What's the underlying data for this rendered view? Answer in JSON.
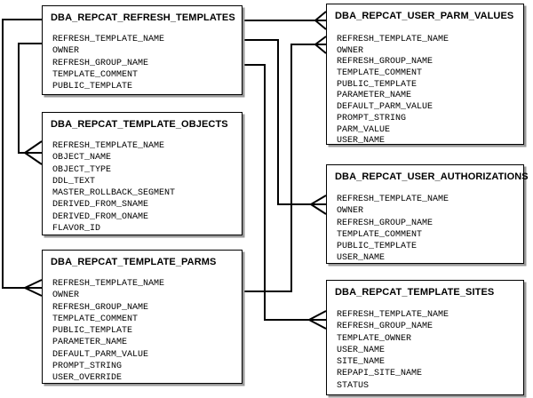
{
  "diagram": {
    "type": "entity-relationship",
    "colors": {
      "background": "#ffffff",
      "line": "#000000",
      "border": "#000000",
      "shadow": "#999999",
      "text": "#000000"
    },
    "tables": [
      {
        "id": "refresh_templates",
        "title": "DBA_REPCAT_REFRESH_TEMPLATES",
        "fields": [
          "REFRESH_TEMPLATE_NAME",
          "OWNER",
          "REFRESH_GROUP_NAME",
          "TEMPLATE_COMMENT",
          "PUBLIC_TEMPLATE"
        ]
      },
      {
        "id": "template_objects",
        "title": "DBA_REPCAT_TEMPLATE_OBJECTS",
        "fields": [
          "REFRESH_TEMPLATE_NAME",
          "OBJECT_NAME",
          "OBJECT_TYPE",
          "DDL_TEXT",
          "MASTER_ROLLBACK_SEGMENT",
          "DERIVED_FROM_SNAME",
          "DERIVED_FROM_ONAME",
          "FLAVOR_ID"
        ]
      },
      {
        "id": "template_parms",
        "title": "DBA_REPCAT_TEMPLATE_PARMS",
        "fields": [
          "REFRESH_TEMPLATE_NAME",
          "OWNER",
          "REFRESH_GROUP_NAME",
          "TEMPLATE_COMMENT",
          "PUBLIC_TEMPLATE",
          "PARAMETER_NAME",
          "DEFAULT_PARM_VALUE",
          "PROMPT_STRING",
          "USER_OVERRIDE"
        ]
      },
      {
        "id": "user_parm_values",
        "title": "DBA_REPCAT_USER_PARM_VALUES",
        "fields": [
          "REFRESH_TEMPLATE_NAME",
          "OWNER",
          "REFRESH_GROUP_NAME",
          "TEMPLATE_COMMENT",
          "PUBLIC_TEMPLATE",
          "PARAMETER_NAME",
          "DEFAULT_PARM_VALUE",
          "PROMPT_STRING",
          "PARM_VALUE",
          "USER_NAME"
        ]
      },
      {
        "id": "user_authorizations",
        "title": "DBA_REPCAT_USER_AUTHORIZATIONS",
        "fields": [
          "REFRESH_TEMPLATE_NAME",
          "OWNER",
          "REFRESH_GROUP_NAME",
          "TEMPLATE_COMMENT",
          "PUBLIC_TEMPLATE",
          "USER_NAME"
        ]
      },
      {
        "id": "template_sites",
        "title": "DBA_REPCAT_TEMPLATE_SITES",
        "fields": [
          "REFRESH_TEMPLATE_NAME",
          "REFRESH_GROUP_NAME",
          "TEMPLATE_OWNER",
          "USER_NAME",
          "SITE_NAME",
          "REPAPI_SITE_NAME",
          "STATUS"
        ]
      }
    ],
    "relationships": [
      {
        "from": "DBA_REPCAT_REFRESH_TEMPLATES",
        "to": "DBA_REPCAT_TEMPLATE_OBJECTS",
        "type": "one-to-many"
      },
      {
        "from": "DBA_REPCAT_REFRESH_TEMPLATES",
        "to": "DBA_REPCAT_TEMPLATE_PARMS",
        "type": "one-to-many"
      },
      {
        "from": "DBA_REPCAT_REFRESH_TEMPLATES",
        "to": "DBA_REPCAT_USER_PARM_VALUES",
        "type": "one-to-many"
      },
      {
        "from": "DBA_REPCAT_REFRESH_TEMPLATES",
        "to": "DBA_REPCAT_USER_AUTHORIZATIONS",
        "type": "one-to-many"
      },
      {
        "from": "DBA_REPCAT_REFRESH_TEMPLATES",
        "to": "DBA_REPCAT_TEMPLATE_SITES",
        "type": "one-to-many"
      },
      {
        "from": "DBA_REPCAT_TEMPLATE_PARMS",
        "to": "DBA_REPCAT_USER_PARM_VALUES",
        "type": "one-to-many"
      }
    ]
  }
}
